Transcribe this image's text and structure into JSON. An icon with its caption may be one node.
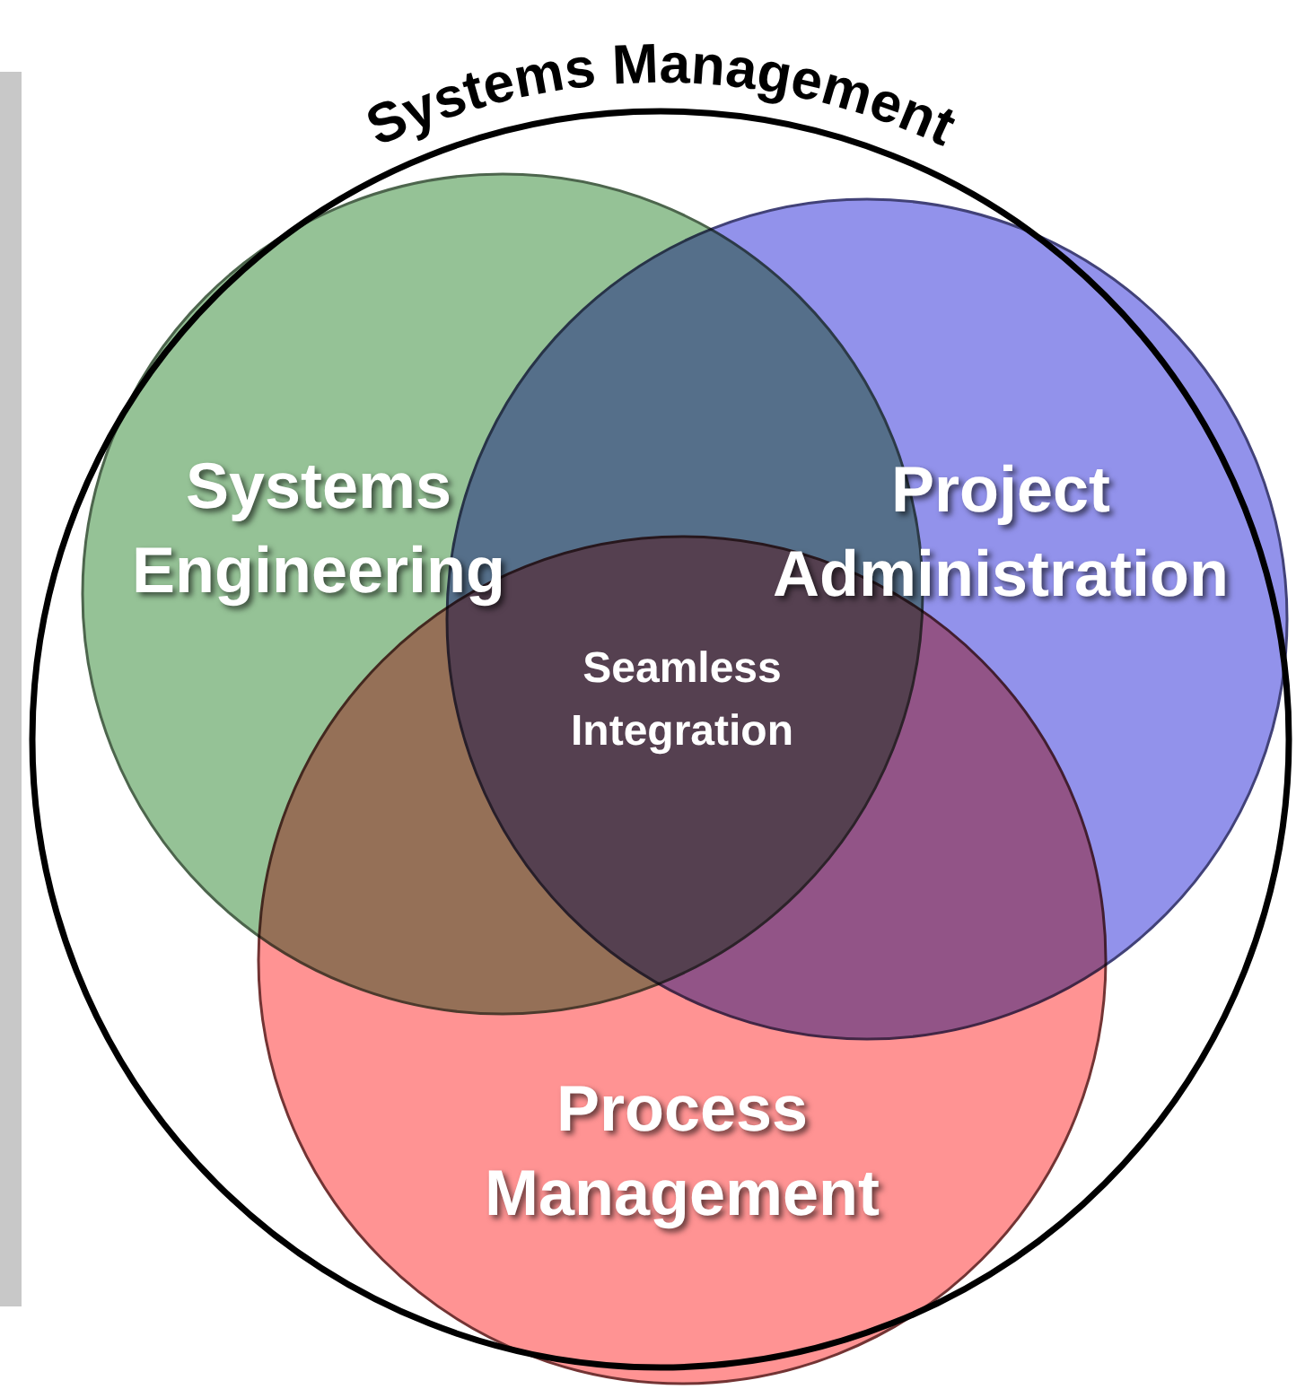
{
  "diagram": {
    "nodes": [
      {
        "text": [
          "Systems Management"
        ]
      },
      {
        "text": [
          "Systems Engineering"
        ],
        "in": 0
      },
      {
        "text": [
          "Project Administration"
        ],
        "in": 0
      },
      {
        "text": [
          "Process Management"
        ],
        "in": 0
      }
    ],
    "labels": [
      "Seamless Integration"
    ]
  }
}
